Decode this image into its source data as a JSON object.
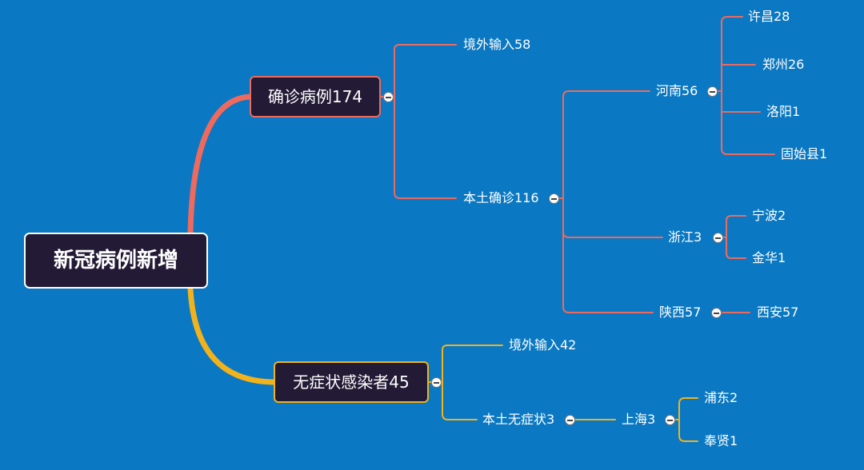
{
  "root": {
    "label": "新冠病例新增"
  },
  "confirmed": {
    "label": "确诊病例174",
    "imported": "境外输入58",
    "local": {
      "label": "本土确诊116",
      "henan": {
        "label": "河南56",
        "cities": [
          "许昌28",
          "郑州26",
          "洛阳1",
          "固始县1"
        ]
      },
      "zhejiang": {
        "label": "浙江3",
        "cities": [
          "宁波2",
          "金华1"
        ]
      },
      "shaanxi": {
        "label": "陕西57",
        "cities": [
          "西安57"
        ]
      }
    }
  },
  "asymptomatic": {
    "label": "无症状感染者45",
    "imported": "境外输入42",
    "local": {
      "label": "本土无症状3",
      "shanghai": {
        "label": "上海3",
        "districts": [
          "浦东2",
          "奉贤1"
        ]
      }
    }
  },
  "colors": {
    "background": "#0a78c2",
    "node_fill": "#231a35",
    "branch_red": "#ee6a5e",
    "branch_yellow": "#f2b21b"
  }
}
